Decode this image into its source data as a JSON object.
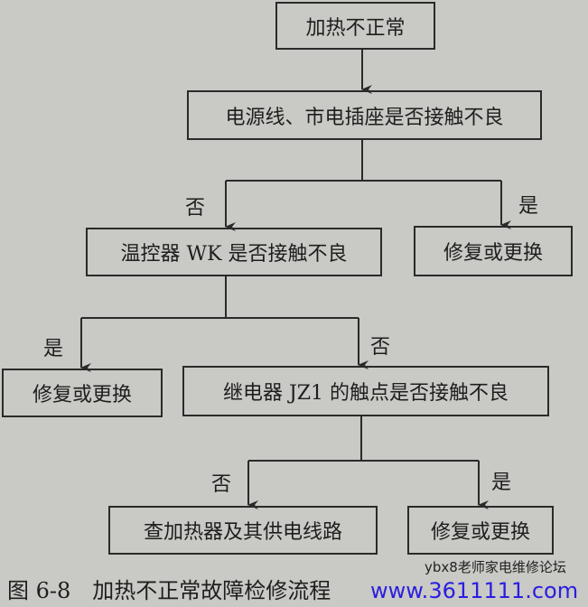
{
  "nodes": {
    "start": "加热不正常",
    "power_check": "电源线、市电插座是否接触不良",
    "thermostat_check": "温控器 WK 是否接触不良",
    "repair_1": "修复或更换",
    "repair_2": "修复或更换",
    "relay_check": "继电器 JZ1 的触点是否接触不良",
    "heater_check": "查加热器及其供电线路",
    "repair_3": "修复或更换"
  },
  "labels": {
    "no_1": "否",
    "yes_1": "是",
    "yes_2": "是",
    "no_2": "否",
    "no_3": "否",
    "yes_3": "是"
  },
  "caption": "图 6-8　加热不正常故障检修流程",
  "watermark": {
    "forum": "ybx8老师家电维修论坛",
    "url": "www.3611111.com"
  }
}
